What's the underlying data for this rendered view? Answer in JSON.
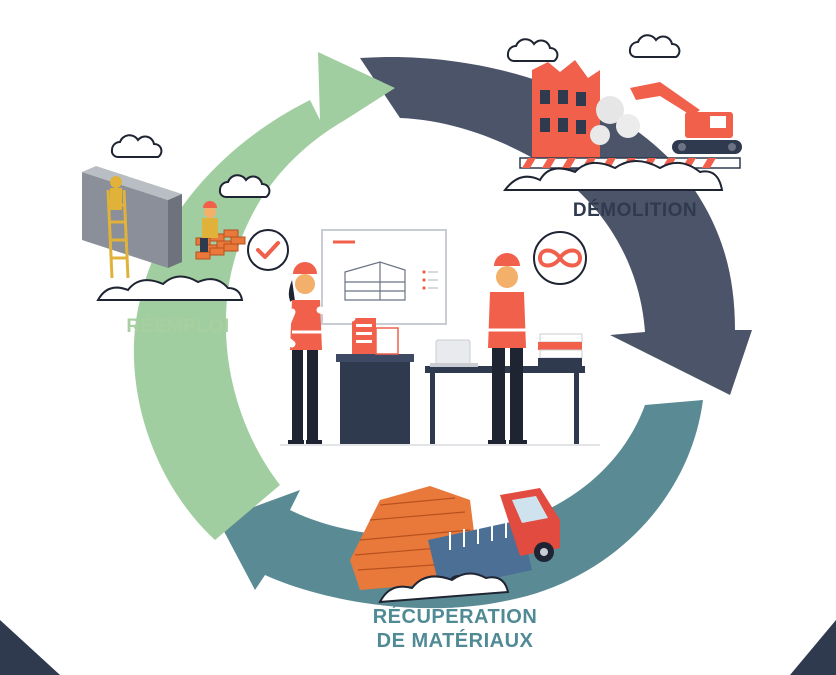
{
  "cycle": {
    "stages": [
      {
        "id": "demolition",
        "label": "DÉMOLITION",
        "color": "#4b5468"
      },
      {
        "id": "recuperation",
        "label_line1": "RÉCUPÉRATION",
        "label_line2": "DE MATÉRIAUX",
        "color": "#5a8a94"
      },
      {
        "id": "reemploi",
        "label": "RÉEMPLOI",
        "color": "#a1cea0"
      }
    ]
  },
  "colors": {
    "label_dark": "#2f3a4f",
    "label_green": "#a7cfa0",
    "label_teal": "#4f8a95",
    "safety_orange": "#f0604b",
    "brick": "#e8793a"
  },
  "icons": [
    "check-icon",
    "infinity-icon",
    "cloud-icon",
    "excavator-icon",
    "truck-icon",
    "brick-pile-icon",
    "ladder-icon",
    "laptop-icon"
  ]
}
